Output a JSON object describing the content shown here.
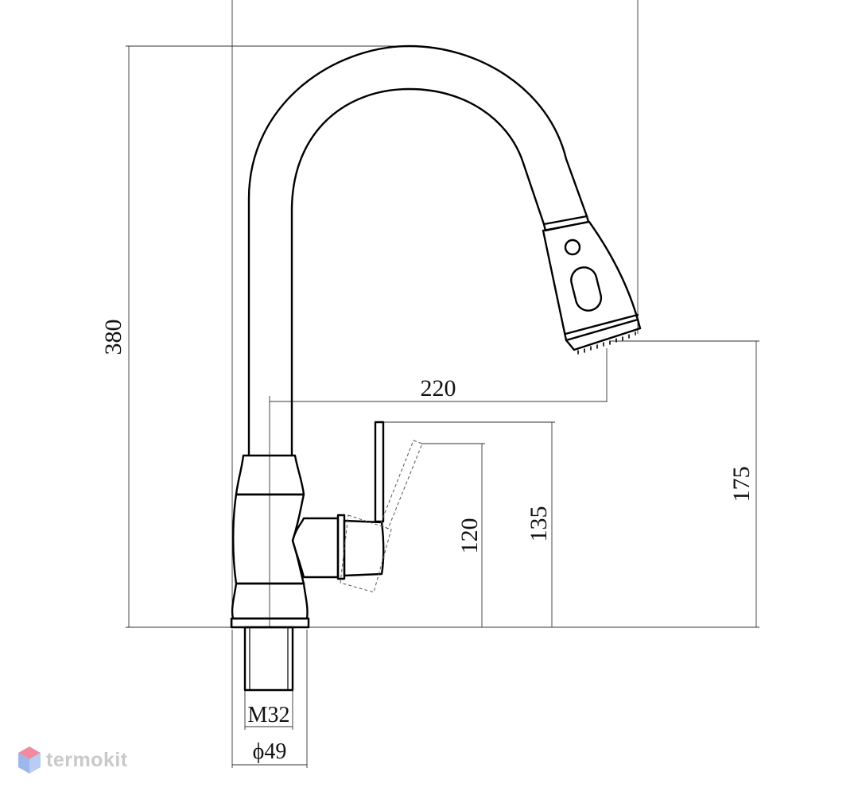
{
  "drawing": {
    "dimensions": {
      "total_height": "380",
      "spout_reach": "220",
      "spout_outlet_height": "175",
      "lever_height": "135",
      "lever_tilted_height": "120",
      "thread_size": "M32",
      "base_diameter": "ϕ49"
    }
  },
  "watermark": {
    "brand": "termokit",
    "colors": {
      "icon_top": "#f08aa0",
      "icon_left": "#9db7ea",
      "icon_right": "#b9cdf2"
    }
  }
}
